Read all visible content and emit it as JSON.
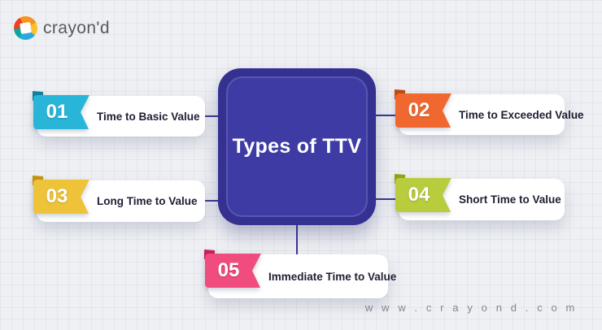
{
  "brand": {
    "logo_text": "crayon'd",
    "logo_colors": [
      "#ee4023",
      "#f7941e",
      "#fcc12f",
      "#2aa9e0",
      "#0aa89c"
    ]
  },
  "center": {
    "title": "Types of TTV",
    "box_color": "#343191",
    "panel_color": "#3e3ba5"
  },
  "items": [
    {
      "number": "01",
      "label": "Time to Basic Value",
      "color": "#29b5d8",
      "fold_color": "#137f9e"
    },
    {
      "number": "02",
      "label": "Time to Exceeded Value",
      "color": "#f0682f",
      "fold_color": "#bc4a12"
    },
    {
      "number": "03",
      "label": "Long Time to Value",
      "color": "#eec33a",
      "fold_color": "#c3920e"
    },
    {
      "number": "04",
      "label": "Short Time to Value",
      "color": "#b9cc3e",
      "fold_color": "#8ea317"
    },
    {
      "number": "05",
      "label": "Immediate Time to Value",
      "color": "#f04c7d",
      "fold_color": "#c22257"
    }
  ],
  "footer": {
    "url": "w w w . c r a y o n d . c o m"
  },
  "colors": {
    "background": "#eef0f3",
    "connector": "#3a3793",
    "card_text": "#1f1e33",
    "logo_text": "#58595d"
  }
}
